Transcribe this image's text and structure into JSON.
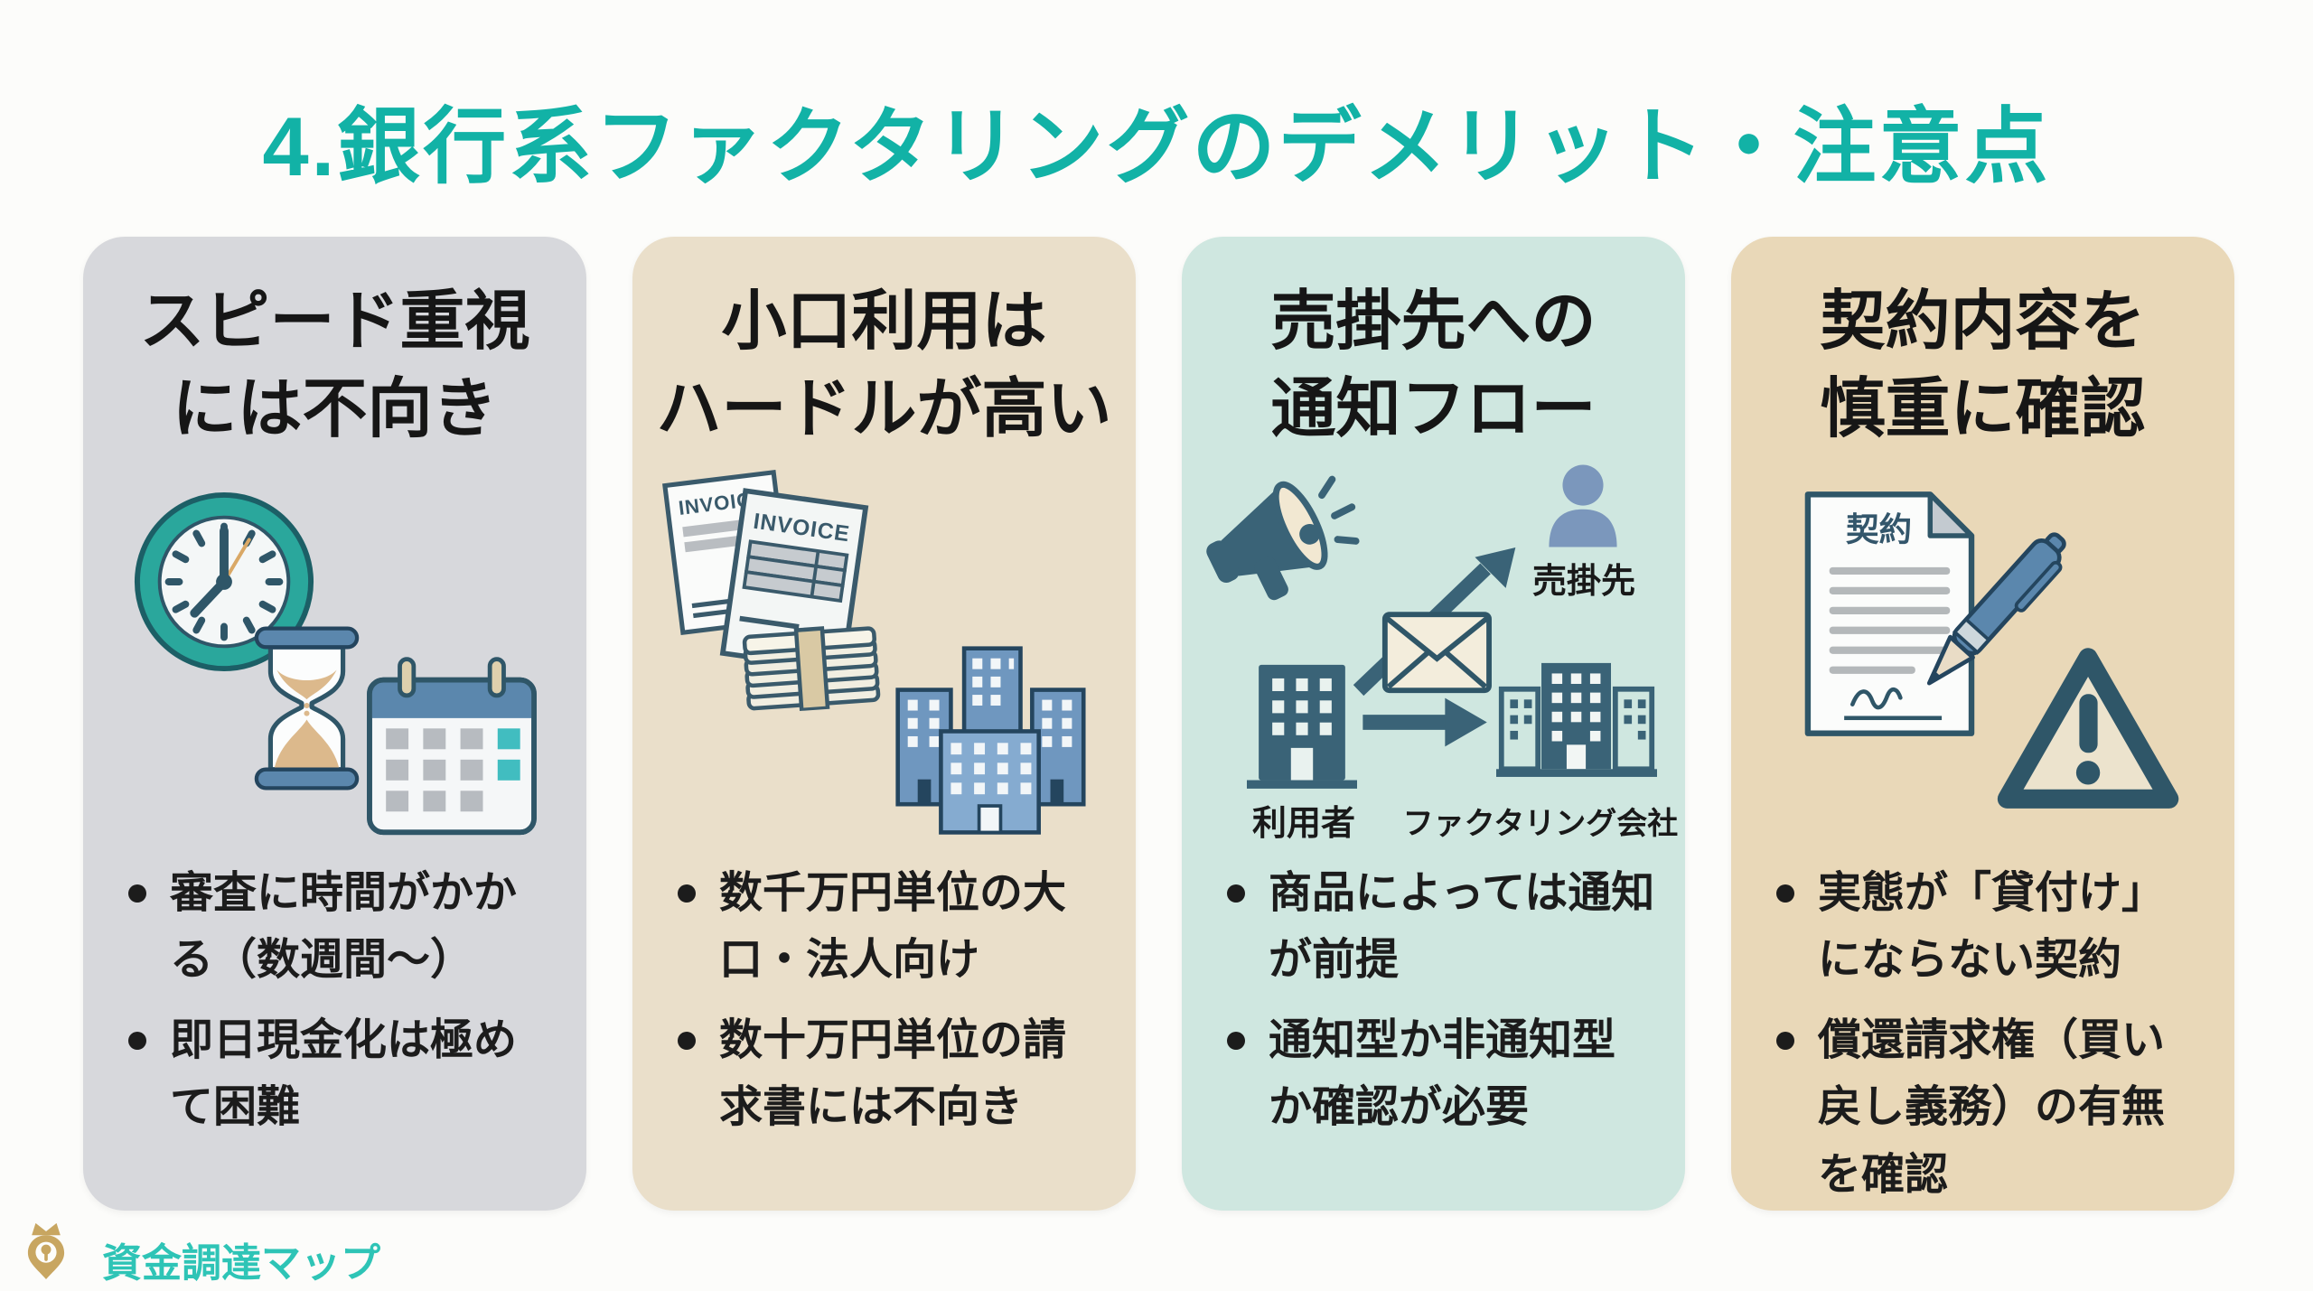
{
  "page": {
    "title": "4.銀行系ファクタリングのデメリット・注意点",
    "title_color": "#12b2a6",
    "background": "#fcfcfa"
  },
  "cards": [
    {
      "title_lines": [
        "スピード重視",
        "には不向き"
      ],
      "bg": "#d7d8dc",
      "icons": [
        "clock-icon",
        "hourglass-icon",
        "calendar-icon"
      ],
      "bullets": [
        "審査に時間がかかる（数週間〜）",
        "即日現金化は極めて困難"
      ]
    },
    {
      "title_lines": [
        "小口利用は",
        "ハードルが高い"
      ],
      "bg": "#eadfca",
      "icons": [
        "invoice-icon",
        "banknotes-icon",
        "buildings-icon"
      ],
      "invoice_label": "INVOICE",
      "bullets": [
        "数千万円単位の大口・法人向け",
        "数十万円単位の請求書には不向き"
      ]
    },
    {
      "title_lines": [
        "売掛先への",
        "通知フロー"
      ],
      "bg": "#cfe7e0",
      "icons": [
        "megaphone-icon",
        "person-icon",
        "envelope-arrow-icon",
        "user-building-icon",
        "arrow-right-icon",
        "company-buildings-icon"
      ],
      "flow_labels": {
        "debtor": "売掛先",
        "user": "利用者",
        "factoring": "ファクタリング会社"
      },
      "bullets": [
        "商品によっては通知が前提",
        "通知型か非通知型か確認が必要"
      ]
    },
    {
      "title_lines": [
        "契約内容を",
        "慎重に確認"
      ],
      "bg": "#e9d8b8",
      "icons": [
        "contract-icon",
        "pen-icon",
        "warning-icon"
      ],
      "contract_label": "契約",
      "bullets": [
        "実態が「貸付け」にならない契約",
        "償還請求権（買い戻し義務）の有無を確認"
      ]
    }
  ],
  "footer": {
    "logo_icon": "map-pin-crown-icon",
    "logo_text": "資金調達マップ",
    "logo_color": "#2ec4b6",
    "logo_gold": "#c8a661"
  }
}
